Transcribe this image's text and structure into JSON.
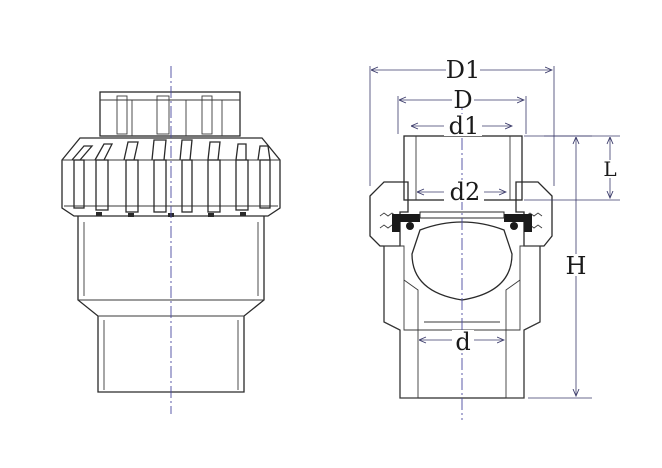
{
  "drawing": {
    "labels": {
      "D1": "D1",
      "D": "D",
      "d1": "d1",
      "d2": "d2",
      "d": "d",
      "L": "L",
      "H": "H"
    },
    "colors": {
      "line": "#2a2a2a",
      "centerline": "#4a4aa0",
      "dimension": "#3a3a6a",
      "hatch": "#8a8a8a",
      "seal": "#1a1a1a"
    }
  }
}
